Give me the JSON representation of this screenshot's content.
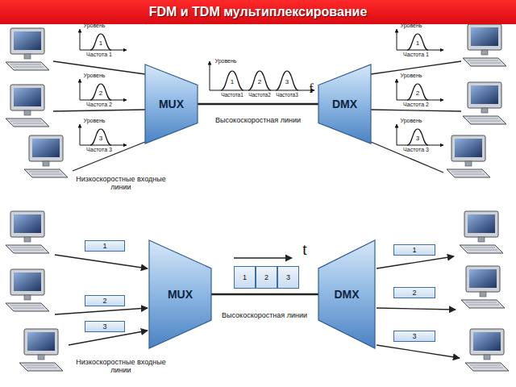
{
  "diagram": {
    "title": "FDM и TDM мультиплексирование",
    "nodes": [
      {
        "text": [
          "MUX"
        ]
      },
      {
        "text": [
          "DMX"
        ]
      },
      {
        "text": [
          "1"
        ]
      },
      {
        "text": [
          "2"
        ]
      },
      {
        "text": [
          "3"
        ]
      },
      {
        "text": [
          "MUX"
        ]
      },
      {
        "text": [
          "1"
        ]
      },
      {
        "text": [
          "2"
        ]
      },
      {
        "text": [
          "3"
        ]
      },
      {
        "text": [
          "DMX"
        ]
      },
      {
        "text": [
          "1"
        ]
      },
      {
        "text": [
          "2"
        ]
      },
      {
        "text": [
          "3"
        ]
      }
    ],
    "edges": [
      {
        "from": 0,
        "to": 1,
        "arrow": "none"
      },
      {
        "from": 5,
        "to": 9,
        "arrow": "none"
      }
    ],
    "labels": [
      "Уровень",
      "1",
      "Частота 1",
      "Уровень",
      "2",
      "Частота 2",
      "Уровень",
      "3",
      "Частота 3",
      "Уровень",
      "1",
      "Частота1",
      "2",
      "Частота2",
      "3",
      "Частота3",
      "f",
      "Высокоскоростная линии",
      "Низкоскоростные входные линии",
      "Уровень",
      "1",
      "Частота 1",
      "Уровень",
      "2",
      "Частота 2",
      "Уровень",
      "3",
      "Частота 3",
      "t",
      "Высокоскоростная линии",
      "Низкоскоростные входные линии"
    ]
  }
}
